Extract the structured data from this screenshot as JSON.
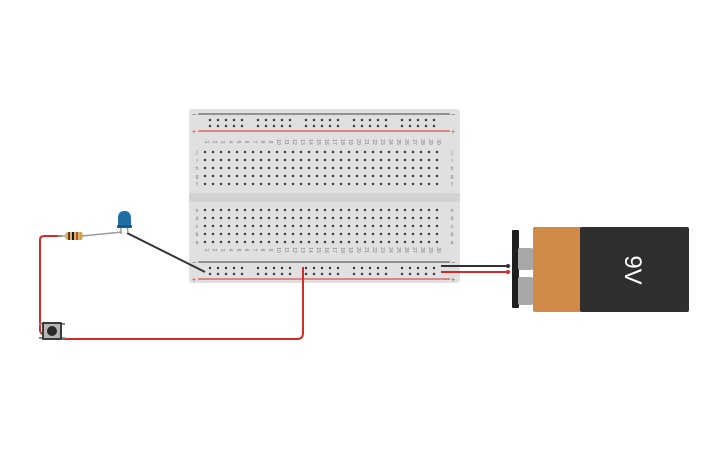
{
  "canvas": {
    "background": "#ffffff"
  },
  "breadboard": {
    "columns": [
      "1",
      "2",
      "3",
      "4",
      "5",
      "6",
      "7",
      "8",
      "9",
      "10",
      "11",
      "12",
      "13",
      "14",
      "15",
      "16",
      "17",
      "18",
      "19",
      "20",
      "21",
      "22",
      "23",
      "24",
      "25",
      "26",
      "27",
      "28",
      "29",
      "30"
    ],
    "rows_top": [
      "j",
      "i",
      "h",
      "g",
      "f"
    ],
    "rows_bottom": [
      "e",
      "d",
      "c",
      "b",
      "a"
    ],
    "rail_minus": "−",
    "rail_plus": "+",
    "colors": {
      "body": "#e0e0e0",
      "hole": "#3a3a3a",
      "rail_red": "#d62a2a",
      "rail_black": "#444444"
    }
  },
  "battery": {
    "label": "9V",
    "colors": {
      "body": "#2f2f2f",
      "label_band": "#d28a48",
      "cap": "#1e1e1e",
      "terminal": "#a8a8a8"
    }
  },
  "led": {
    "color": "#1f6fa6",
    "icon": "led-icon"
  },
  "resistor": {
    "icon": "resistor-icon",
    "body_color": "#d9b27a"
  },
  "pushbutton": {
    "icon": "pushbutton-icon"
  },
  "wires": {
    "red": "#d62a2a",
    "black": "#333333"
  }
}
